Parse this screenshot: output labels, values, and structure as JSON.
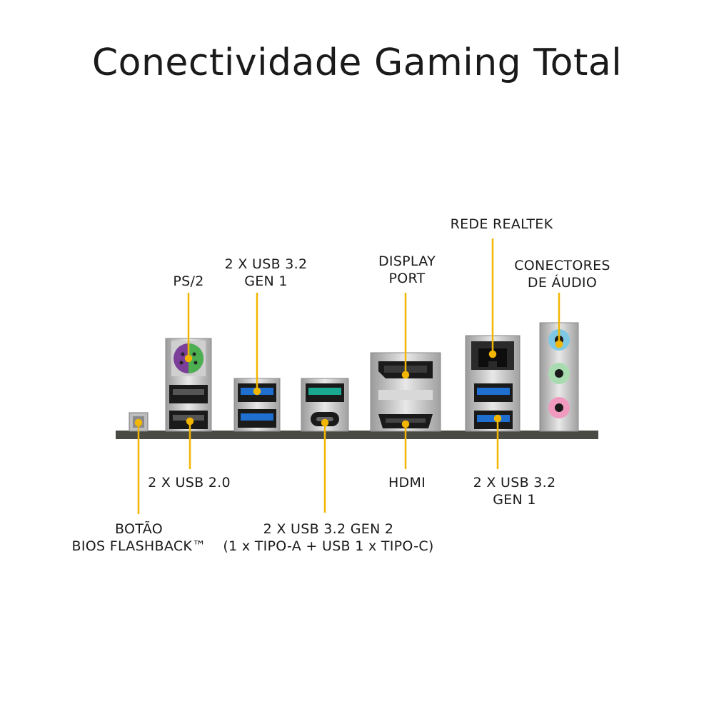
{
  "title": "Conectividade Gaming Total",
  "labels": {
    "ps2": [
      "PS/2"
    ],
    "usb32_gen1_top": [
      "2 X USB 3.2",
      "GEN 1"
    ],
    "displayport": [
      "DISPLAY",
      "PORT"
    ],
    "rede": [
      "REDE REALTEK"
    ],
    "audio": [
      "CONECTORES",
      "DE ÁUDIO"
    ],
    "usb20": [
      "2 X USB 2.0"
    ],
    "hdmi": [
      "HDMI"
    ],
    "usb32_gen1_bottom": [
      "2 X USB 3.2",
      "GEN 1"
    ],
    "bios": [
      "BOTÃO",
      "BIOS FLASHBACK™"
    ],
    "usb32_gen2": [
      "2 X  USB 3.2 GEN 2",
      "(1 x TIPO-A + USB 1 x TIPO-C)"
    ]
  },
  "colors": {
    "leader": "#f2b600",
    "ps2_port": "#7b3f99",
    "ps2_port_alt": "#4caf50",
    "usb3_blue": "#1e6fd0",
    "usb_gen2_teal": "#19a890",
    "audio_blue": "#7ec8e3",
    "audio_green": "#a8dcb0",
    "audio_pink": "#f19ac0",
    "board": "#4a4a44"
  }
}
